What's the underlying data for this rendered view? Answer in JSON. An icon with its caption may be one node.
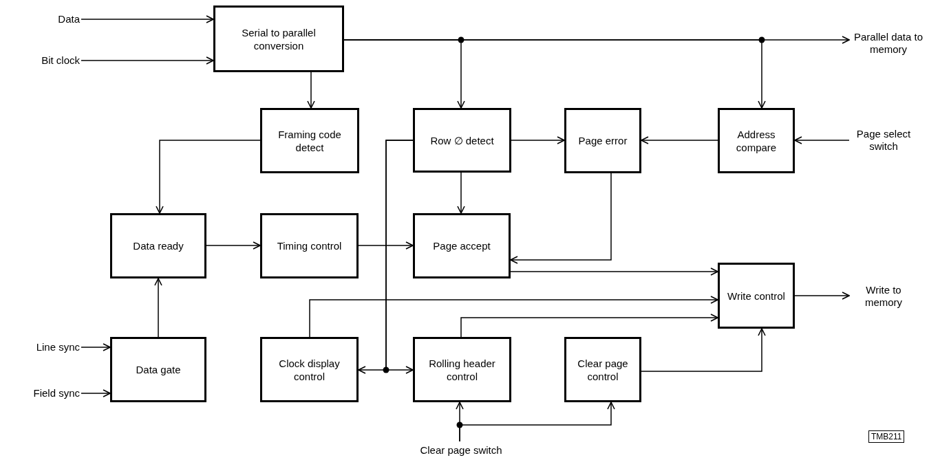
{
  "diagram": {
    "nodes": [
      {
        "text": [
          "Data"
        ]
      },
      {
        "text": [
          "Bit clock"
        ]
      },
      {
        "text": [
          "Serial to parallel conversion"
        ]
      },
      {
        "text": [
          "Parallel data to memory"
        ]
      },
      {
        "text": [
          "Framing code detect"
        ]
      },
      {
        "text": [
          "Row ∅ detect"
        ]
      },
      {
        "text": [
          "Page error"
        ]
      },
      {
        "text": [
          "Address compare"
        ]
      },
      {
        "text": [
          "Page select switch"
        ]
      },
      {
        "text": [
          "Data ready"
        ]
      },
      {
        "text": [
          "Timing control"
        ]
      },
      {
        "text": [
          "Page accept"
        ]
      },
      {
        "text": [
          "Write control"
        ]
      },
      {
        "text": [
          "Write to memory"
        ]
      },
      {
        "text": [
          "Line sync"
        ]
      },
      {
        "text": [
          "Field sync"
        ]
      },
      {
        "text": [
          "Data gate"
        ]
      },
      {
        "text": [
          "Clock display control"
        ]
      },
      {
        "text": [
          "Rolling header control"
        ]
      },
      {
        "text": [
          "Clear page control"
        ]
      },
      {
        "text": [
          "Clear page switch"
        ]
      }
    ],
    "edges": [
      {
        "from": 0,
        "to": 2,
        "arrow": "to"
      },
      {
        "from": 1,
        "to": 2,
        "arrow": "to"
      },
      {
        "from": 2,
        "to": 3,
        "arrow": "to"
      },
      {
        "from": 2,
        "to": 5,
        "arrow": "to"
      },
      {
        "from": 2,
        "to": 7,
        "arrow": "to"
      },
      {
        "from": 2,
        "to": 4,
        "arrow": "to"
      },
      {
        "from": 4,
        "to": 9,
        "arrow": "to"
      },
      {
        "from": 5,
        "to": 6,
        "arrow": "to"
      },
      {
        "from": 7,
        "to": 6,
        "arrow": "to"
      },
      {
        "from": 8,
        "to": 7,
        "arrow": "to"
      },
      {
        "from": 5,
        "to": 11,
        "arrow": "to"
      },
      {
        "from": 6,
        "to": 11,
        "arrow": "to"
      },
      {
        "from": 9,
        "to": 10,
        "arrow": "to"
      },
      {
        "from": 10,
        "to": 11,
        "arrow": "to"
      },
      {
        "from": 11,
        "to": 12,
        "arrow": "to"
      },
      {
        "from": 14,
        "to": 16,
        "arrow": "to"
      },
      {
        "from": 15,
        "to": 16,
        "arrow": "to"
      },
      {
        "from": 16,
        "to": 9,
        "arrow": "to"
      },
      {
        "from": 12,
        "to": 13,
        "arrow": "to"
      },
      {
        "from": 17,
        "to": 12,
        "arrow": "to"
      },
      {
        "from": 18,
        "to": 12,
        "arrow": "to"
      },
      {
        "from": 19,
        "to": 12,
        "arrow": "to"
      },
      {
        "from": 5,
        "to": 17,
        "arrow": "to"
      },
      {
        "from": 5,
        "to": 18,
        "arrow": "to"
      },
      {
        "from": 20,
        "to": 18,
        "arrow": "to"
      },
      {
        "from": 20,
        "to": 19,
        "arrow": "to"
      }
    ],
    "labels": [
      "TMB211"
    ]
  }
}
